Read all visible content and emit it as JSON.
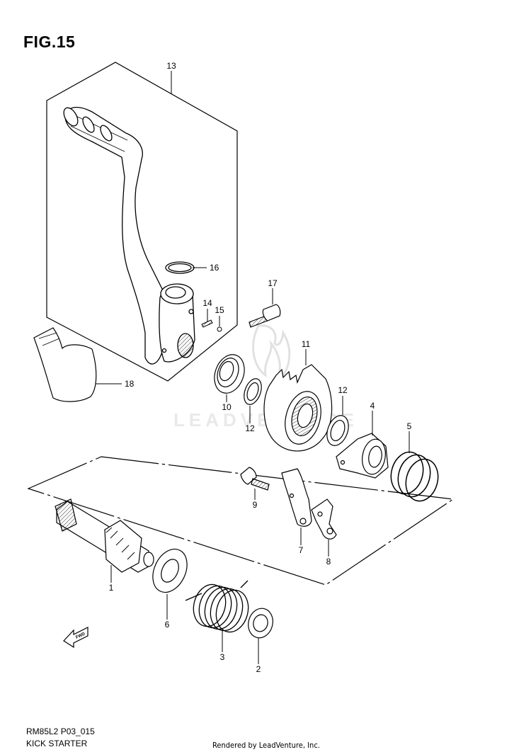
{
  "figure": {
    "title": "FIG.15",
    "model_code": "RM85L2 P03_015",
    "section_name": "KICK STARTER",
    "credit": "Rendered by LeadVenture, Inc.",
    "watermark": "LEADVENTURE",
    "fwd_label": "FWD"
  },
  "callouts": [
    {
      "id": "1",
      "part": "kick-starter-shaft"
    },
    {
      "id": "2",
      "part": "guide"
    },
    {
      "id": "3",
      "part": "kick-starter-spring"
    },
    {
      "id": "4",
      "part": "kick-starter-ratchet"
    },
    {
      "id": "5",
      "part": "ratchet-spring"
    },
    {
      "id": "6",
      "part": "washer"
    },
    {
      "id": "7",
      "part": "stopper-plate"
    },
    {
      "id": "8",
      "part": "guide-plate"
    },
    {
      "id": "9",
      "part": "bolt"
    },
    {
      "id": "10",
      "part": "oil-seal"
    },
    {
      "id": "11",
      "part": "kick-starter-idle-gear"
    },
    {
      "id": "12a",
      "label": "12",
      "part": "washer"
    },
    {
      "id": "12b",
      "label": "12",
      "part": "washer"
    },
    {
      "id": "13",
      "part": "kick-starter-lever-assembly"
    },
    {
      "id": "14",
      "part": "bolt"
    },
    {
      "id": "15",
      "part": "ball"
    },
    {
      "id": "16",
      "part": "circlip"
    },
    {
      "id": "17",
      "part": "bolt"
    },
    {
      "id": "18",
      "part": "lever-cover"
    }
  ],
  "colors": {
    "ink": "#000000",
    "watermark": "#d4d4d4",
    "background": "#ffffff"
  }
}
